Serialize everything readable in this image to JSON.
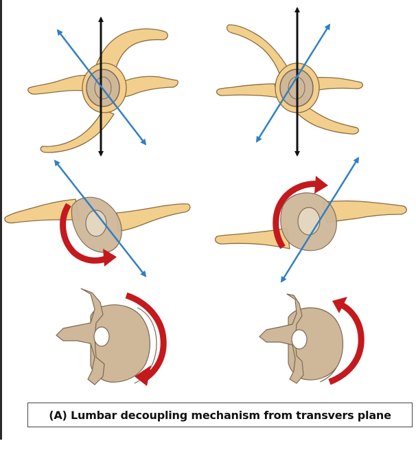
{
  "caption": "(A) Lumbar decoupling mechanism from transvers plane",
  "colors": {
    "skin": "#f3cf8e",
    "skin_outline": "#8a6b3f",
    "bone": "#cfb89a",
    "bone_outline": "#7b6750",
    "blue_axis": "#2e7fc4",
    "black_axis": "#111111",
    "red_arrow": "#c4191d"
  },
  "panels": {
    "top_left": "figure-top-view",
    "top_right": "figure-top-view",
    "middle_left": "figure-side-rotated",
    "middle_right": "figure-side-rotated",
    "bottom_left": "vertebra-rotation-clockwise",
    "bottom_right": "vertebra-rotation-counterclockwise"
  }
}
